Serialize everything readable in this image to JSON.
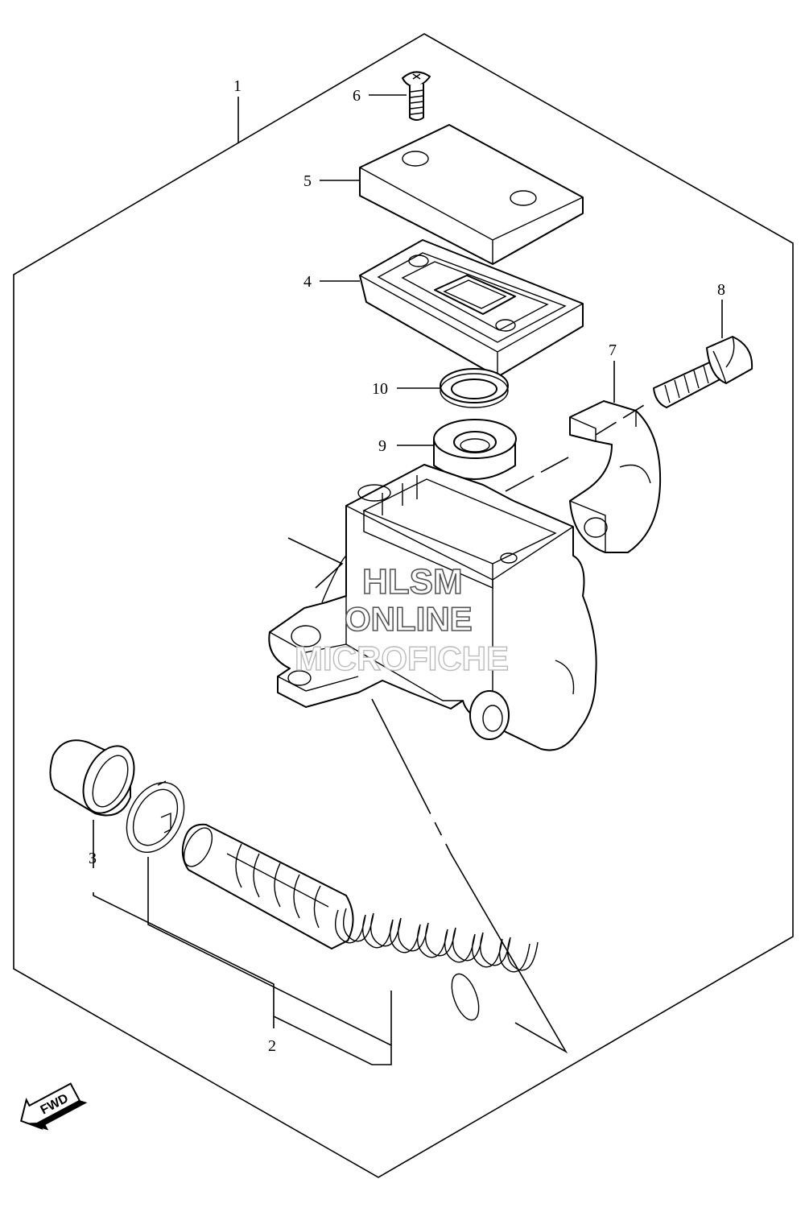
{
  "callouts": [
    {
      "id": "1",
      "text": "1"
    },
    {
      "id": "2",
      "text": "2"
    },
    {
      "id": "3",
      "text": "3"
    },
    {
      "id": "4",
      "text": "4"
    },
    {
      "id": "5",
      "text": "5"
    },
    {
      "id": "6",
      "text": "6"
    },
    {
      "id": "7",
      "text": "7"
    },
    {
      "id": "8",
      "text": "8"
    },
    {
      "id": "9",
      "text": "9"
    },
    {
      "id": "10",
      "text": "10"
    }
  ],
  "watermark": {
    "line1": "HLSM",
    "line2": "ONLINE",
    "line3": "MICROFICHE"
  },
  "direction_arrow": {
    "label": "FWD"
  }
}
